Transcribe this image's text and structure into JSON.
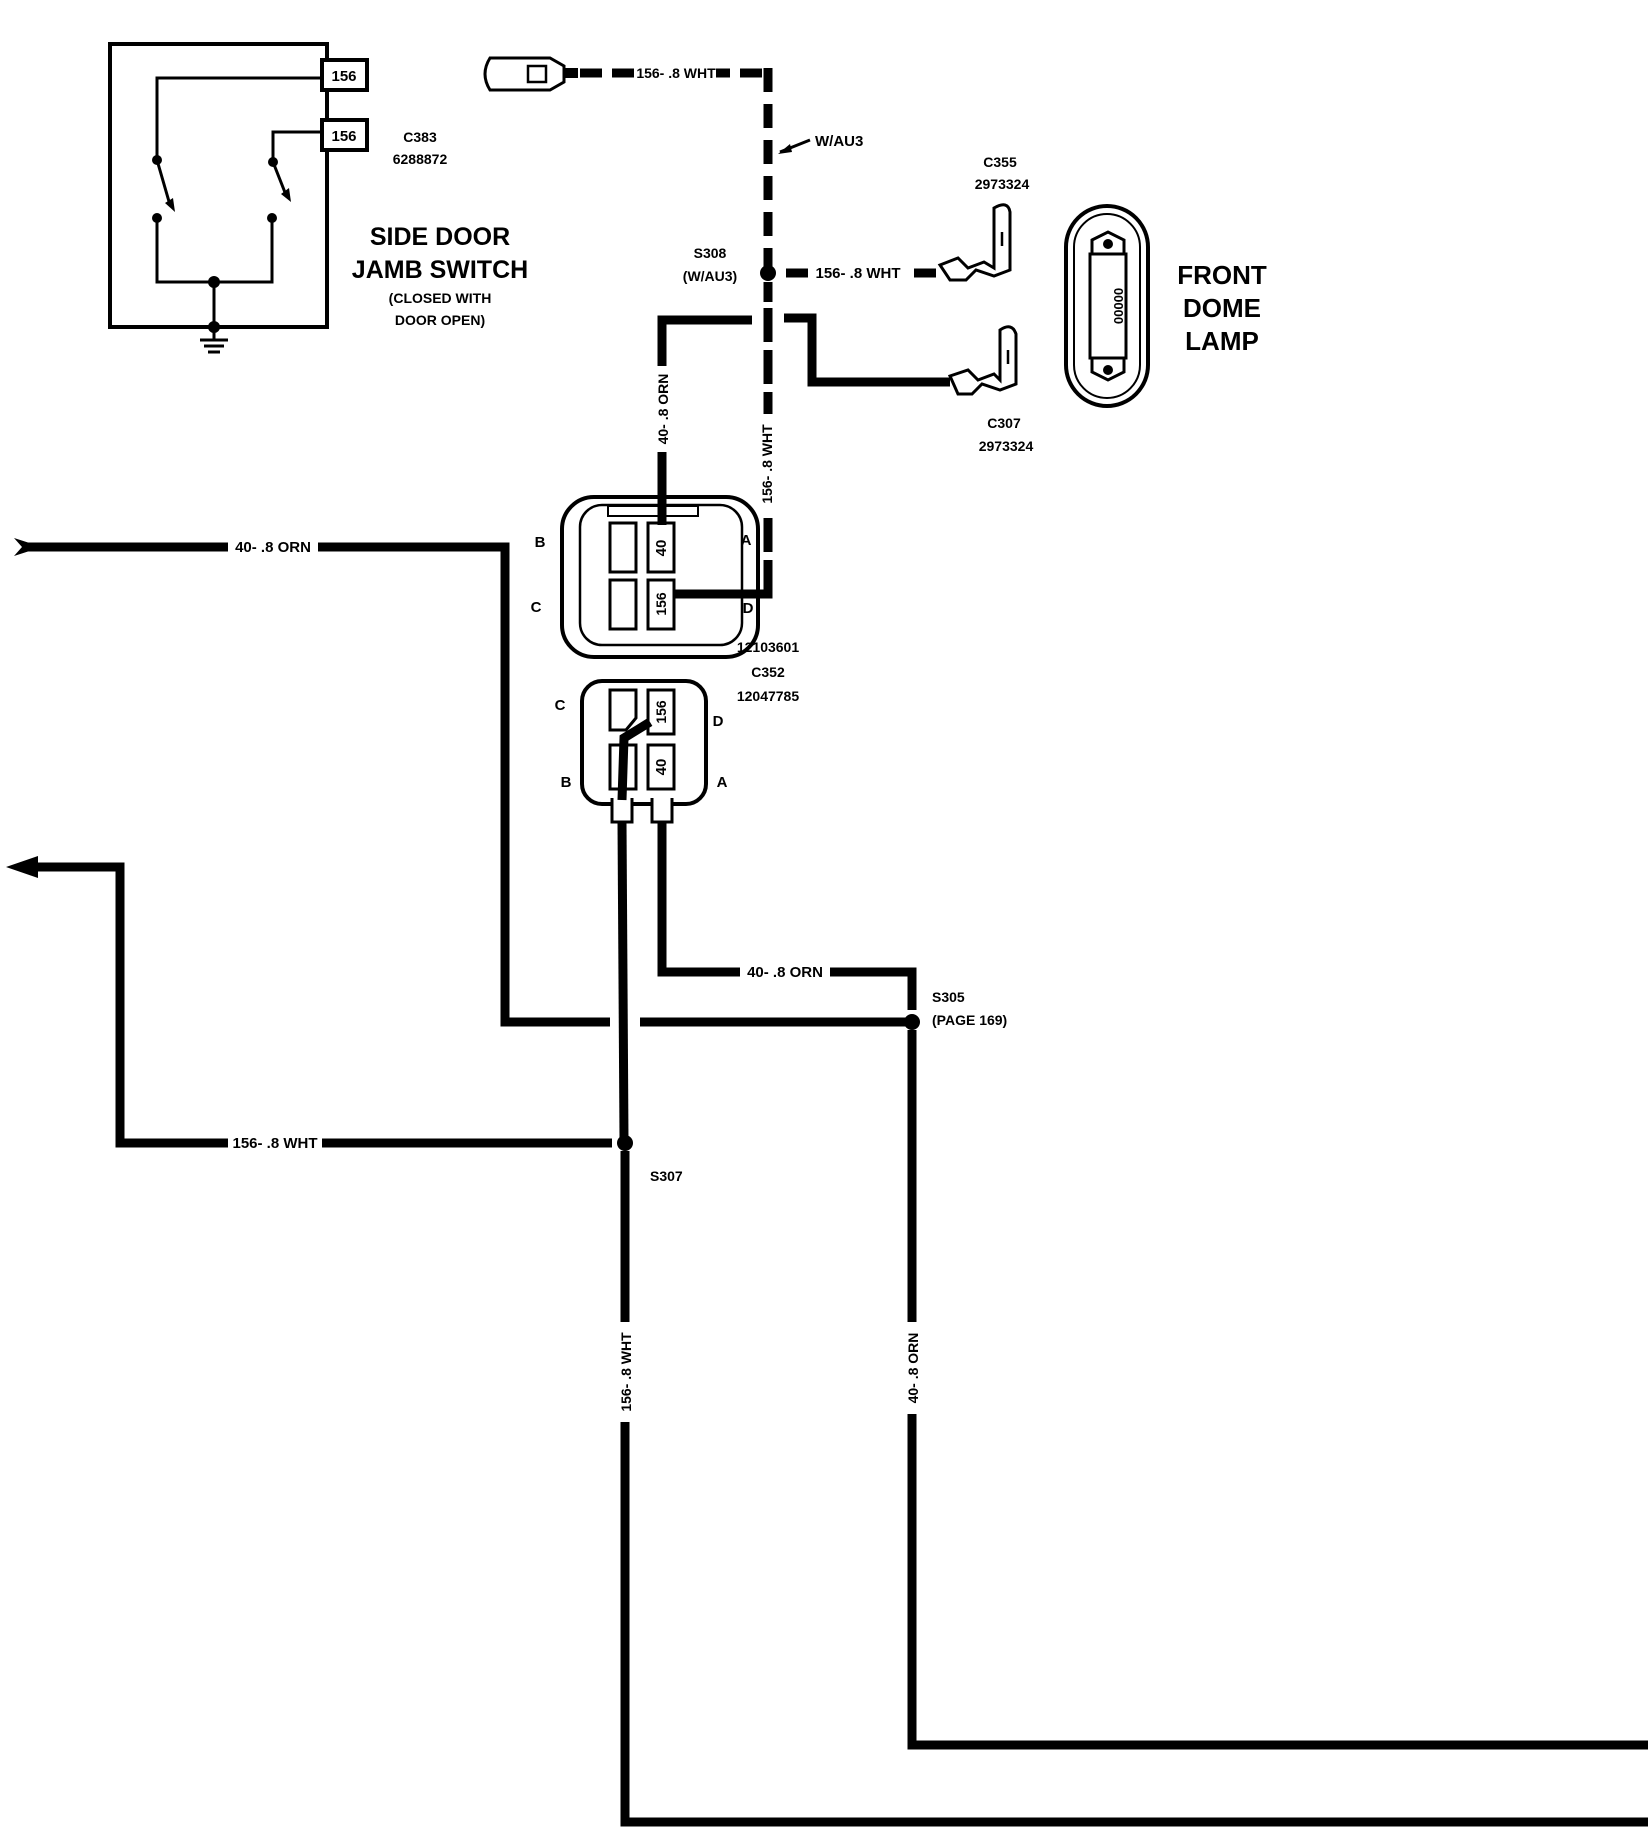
{
  "colors": {
    "ink": "#000000",
    "paper": "#ffffff"
  },
  "switch": {
    "title_line1": "SIDE DOOR",
    "title_line2": "JAMB SWITCH",
    "note_line1": "(CLOSED WITH",
    "note_line2": "DOOR OPEN)",
    "pin_top": "156",
    "pin_bottom": "156",
    "connector_id": "C383",
    "connector_part": "6288872"
  },
  "lamp": {
    "title_line1": "FRONT",
    "title_line2": "DOME",
    "title_line3": "LAMP",
    "c355_id": "C355",
    "c355_part": "2973324",
    "c307_id": "C307",
    "c307_part": "2973324",
    "bulb_text": "00000"
  },
  "splices": {
    "s308_id": "S308",
    "s308_note": "(W/AU3)",
    "s305_id": "S305",
    "s305_note": "(PAGE 169)",
    "s307_id": "S307"
  },
  "option_label": "W/AU3",
  "wires": {
    "wht_156": "156- .8 WHT",
    "orn_40": "40- .8 ORN"
  },
  "connector_upper": {
    "pin_a": "A",
    "pin_b": "B",
    "pin_c": "C",
    "pin_d": "D",
    "cavity_40": "40",
    "cavity_156": "156",
    "part": "12103601"
  },
  "connector_lower": {
    "id": "C352",
    "part": "12047785",
    "pin_a": "A",
    "pin_b": "B",
    "pin_c": "C",
    "pin_d": "D",
    "cavity_40": "40",
    "cavity_156": "156"
  }
}
